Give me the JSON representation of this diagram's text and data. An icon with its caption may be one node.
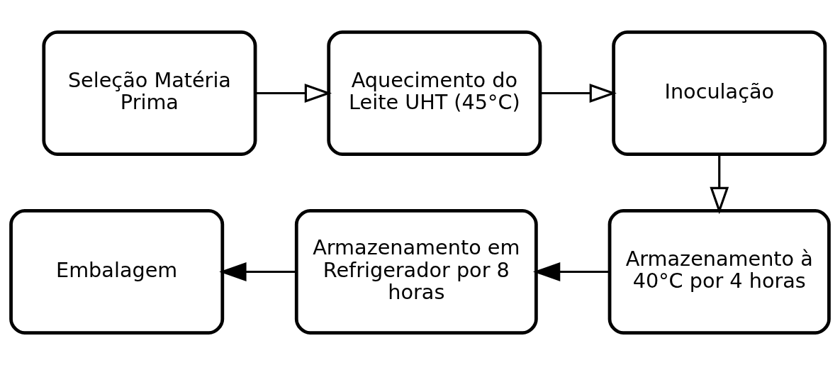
{
  "diagram": {
    "nodes": [
      {
        "text": [
          "Seleção Matéria Prima"
        ]
      },
      {
        "text": [
          "Aquecimento do Leite UHT (45°C)"
        ]
      },
      {
        "text": [
          "Inoculação"
        ]
      },
      {
        "text": [
          "Embalagem"
        ]
      },
      {
        "text": [
          "Armazenamento em Refrigerador por 8 horas"
        ]
      },
      {
        "text": [
          "Armazenamento à 40°C por 4 horas"
        ]
      }
    ],
    "edges": [
      {
        "from": 0,
        "to": 1,
        "arrow": "to"
      },
      {
        "from": 1,
        "to": 2,
        "arrow": "to"
      },
      {
        "from": 2,
        "to": 5,
        "arrow": "to"
      },
      {
        "from": 5,
        "to": 4,
        "arrow": "to"
      },
      {
        "from": 4,
        "to": 3,
        "arrow": "to"
      }
    ]
  }
}
